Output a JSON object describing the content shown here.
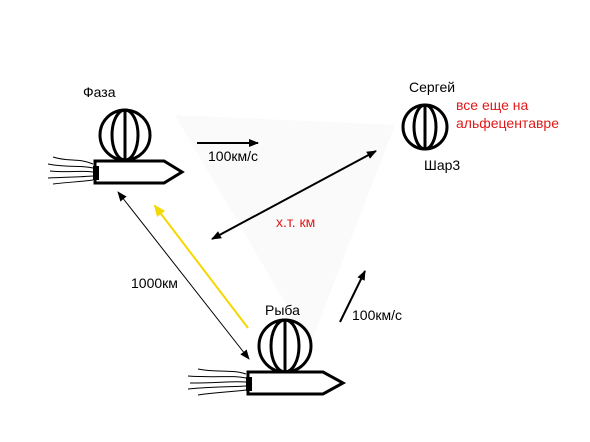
{
  "labels": {
    "faza": "Фаза",
    "sergey": "Сергей",
    "sergey_note_line1": "все еще на",
    "sergey_note_line2": "альфецентавре",
    "shar3": "Шар3",
    "speed_top": "100км/с",
    "distance_xt": "х.т. км",
    "distance_1000": "1000км",
    "ryba": "Рыба",
    "speed_bottom": "100км/с"
  },
  "colors": {
    "ink": "#000000",
    "note": "#e11919",
    "yellow_arrow": "#f5d800",
    "background": "#ffffff"
  },
  "icons": {
    "balloon": "wireframe-globe-icon",
    "rocket": "rocket-icon",
    "exhaust": "exhaust-trail-icon",
    "arrow": "arrow-icon"
  }
}
